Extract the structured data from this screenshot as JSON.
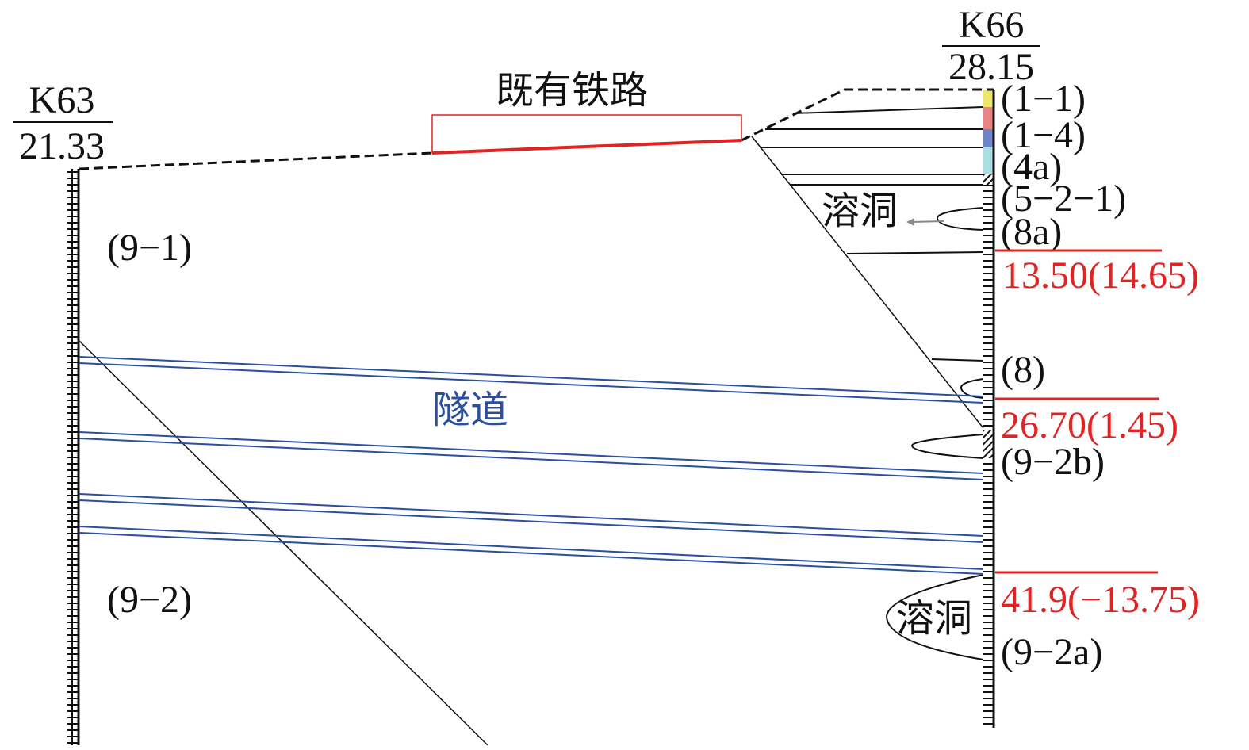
{
  "boreholes": {
    "left": {
      "name": "K63",
      "elevation": "21.33"
    },
    "right": {
      "name": "K66",
      "elevation": "28.15"
    }
  },
  "structures": {
    "railway": "既有铁路",
    "tunnel": "隧道",
    "cave_upper": "溶洞",
    "cave_lower": "溶洞"
  },
  "strata_left": [
    "(9−1)",
    "(9−2)"
  ],
  "strata_right": [
    "(1−1)",
    "(1−4)",
    "(4a)",
    "(5−2−1)",
    "(8a)",
    "(8)",
    "(9−2b)",
    "(9−2a)"
  ],
  "depth_marks": [
    "13.50(14.65)",
    "26.70(1.45)",
    "41.9(−13.75)"
  ],
  "colors": {
    "red": "#e02424",
    "blue": "#2b4ea0",
    "black": "#111111"
  }
}
